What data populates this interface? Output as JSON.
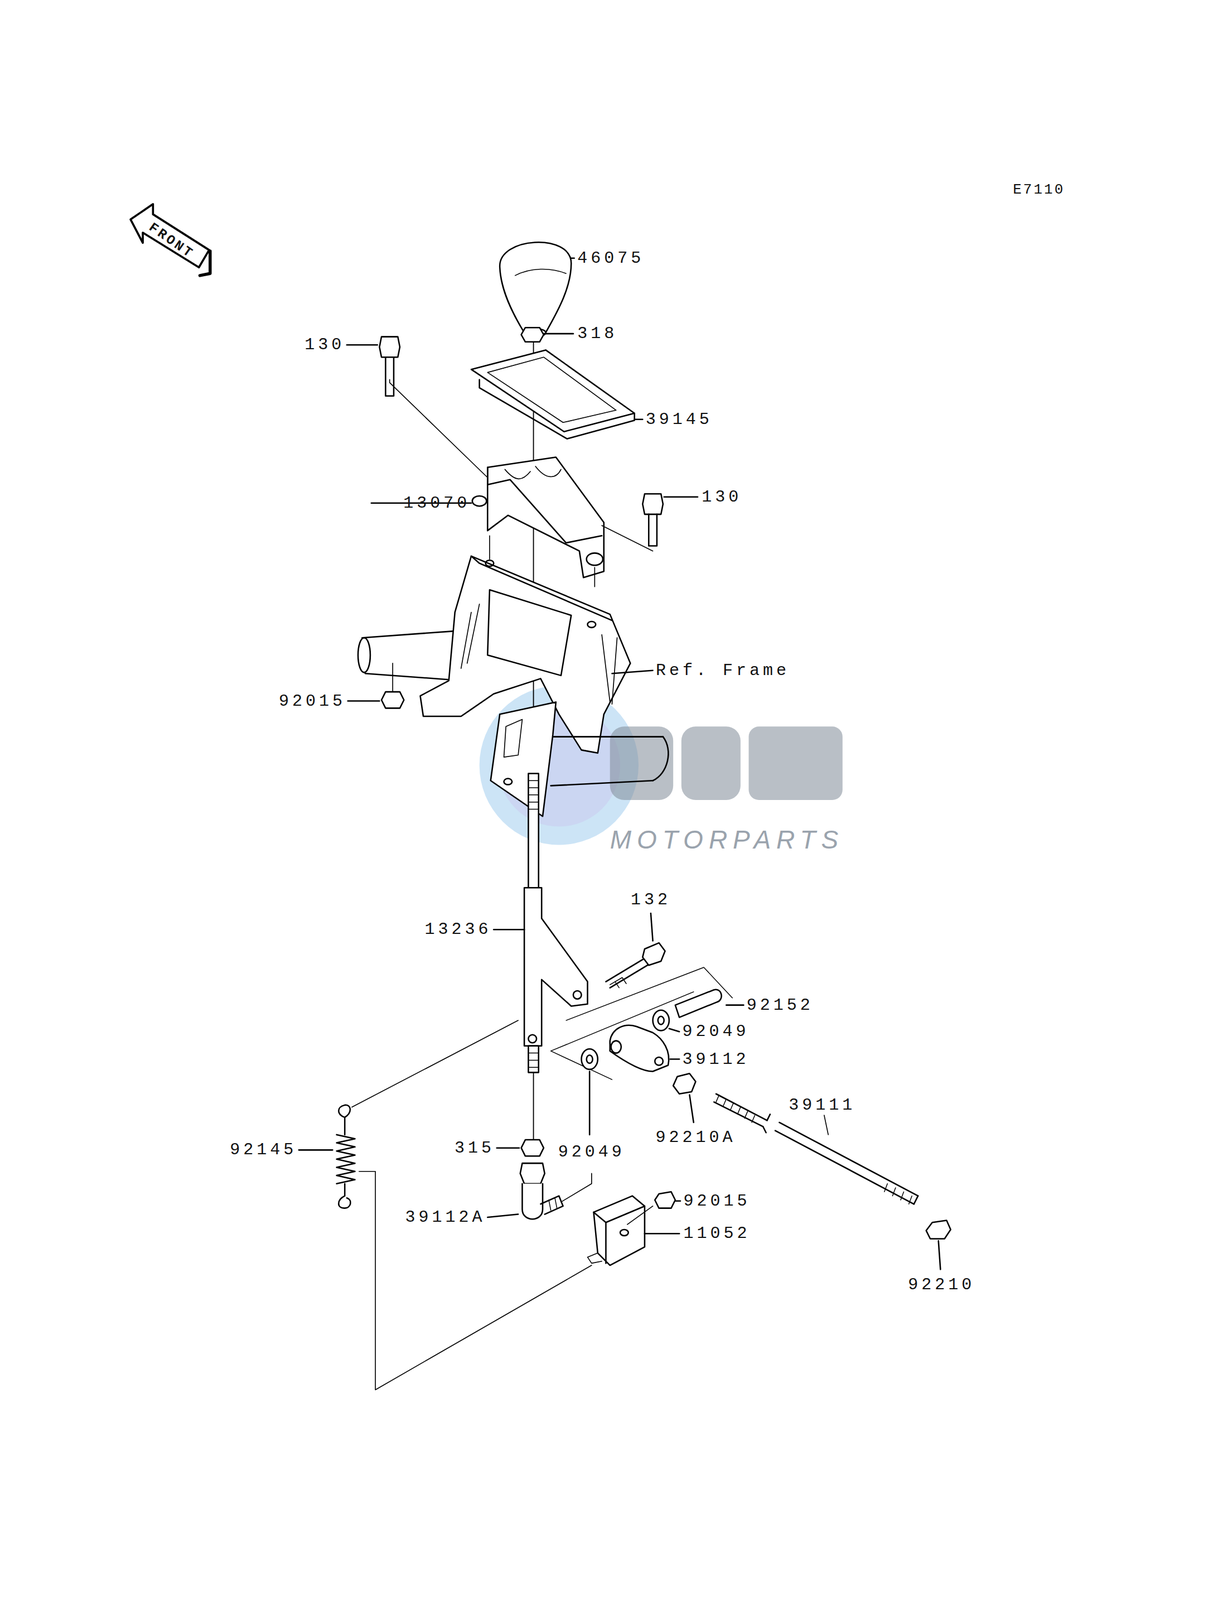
{
  "diagram": {
    "labels": [
      "E7110",
      "FRONT",
      "46075",
      "318",
      "130",
      "39145",
      "130",
      "13070",
      "Ref. Frame",
      "92015",
      "MOTORPARTS",
      "132",
      "13236",
      "92152",
      "92049",
      "39112",
      "39111",
      "92210A",
      "92049",
      "92145",
      "315",
      "39112A",
      "92015",
      "11052",
      "92210"
    ]
  }
}
